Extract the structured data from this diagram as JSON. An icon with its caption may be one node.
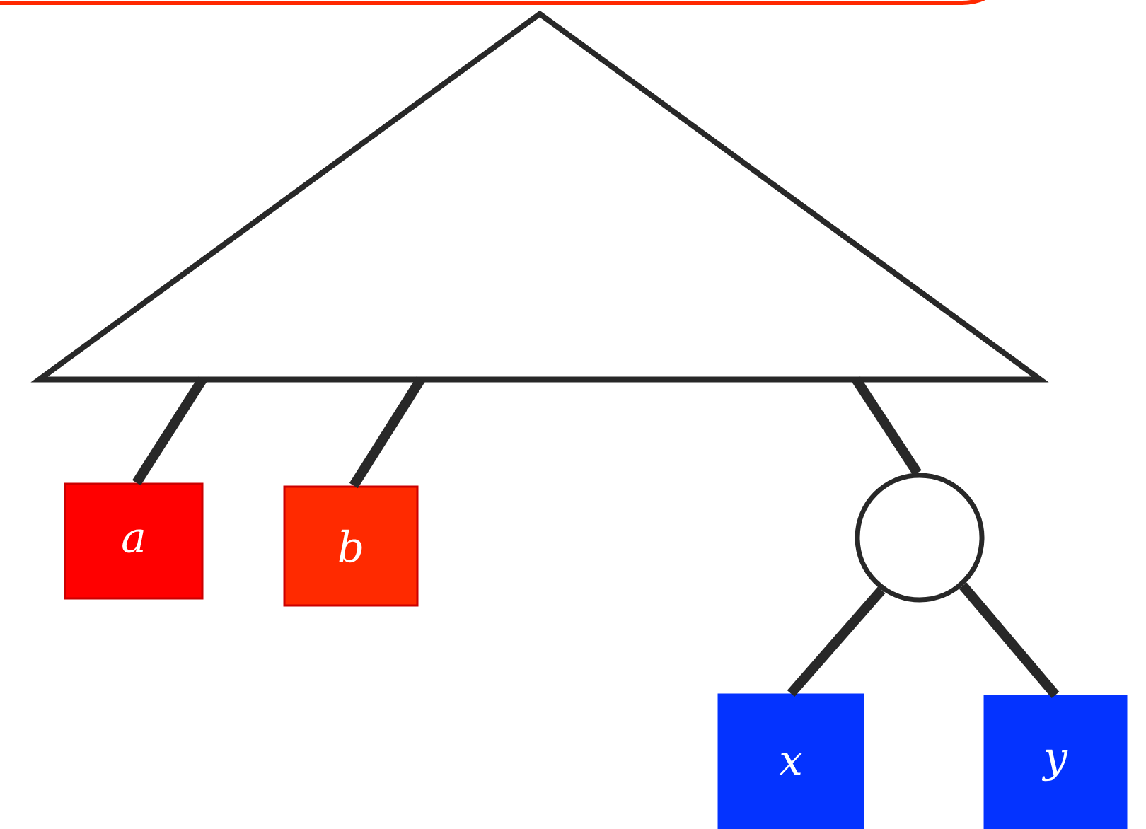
{
  "diagram": {
    "nodes": [
      {
        "text": [],
        "shape": "triangle"
      },
      {
        "text": [
          "a"
        ]
      },
      {
        "text": [
          "b"
        ]
      },
      {
        "text": [],
        "shape": "circle"
      },
      {
        "text": [
          "x"
        ]
      },
      {
        "text": [
          "y"
        ]
      }
    ],
    "edges": [
      {
        "from": 0,
        "to": 1,
        "arrow": "none"
      },
      {
        "from": 0,
        "to": 2,
        "arrow": "none"
      },
      {
        "from": 0,
        "to": 3,
        "arrow": "none"
      },
      {
        "from": 3,
        "to": 4,
        "arrow": "none"
      },
      {
        "from": 3,
        "to": 5,
        "arrow": "none"
      }
    ]
  }
}
